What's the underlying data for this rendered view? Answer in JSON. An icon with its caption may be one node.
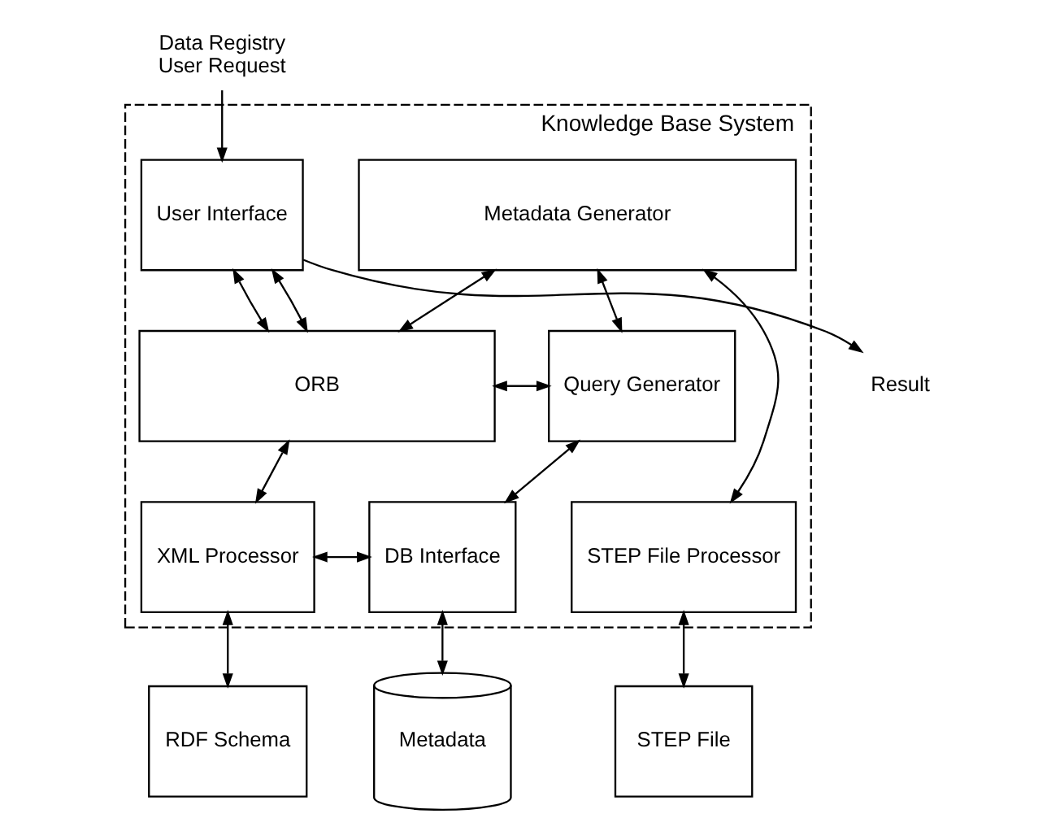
{
  "diagram": {
    "nodes": [
      {
        "text": [
          "Knowledge Base System"
        ]
      },
      {
        "text": [
          "User Interface"
        ],
        "in": 0
      },
      {
        "text": [
          "ORB"
        ],
        "in": 0
      },
      {
        "text": [
          "Metadata Generator"
        ],
        "in": 0
      },
      {
        "text": [
          "Query Generator"
        ],
        "in": 0
      },
      {
        "text": [
          "XML Processor"
        ],
        "in": 0
      },
      {
        "text": [
          "DB Interface"
        ],
        "in": 0
      },
      {
        "text": [
          "STEP File Processor"
        ],
        "in": 0
      },
      {
        "text": [
          "RDF Schema"
        ]
      },
      {
        "text": [
          "Metadata"
        ]
      },
      {
        "text": [
          "STEP File"
        ]
      },
      {
        "text": [
          "Data Registry User Request"
        ]
      },
      {
        "text": [
          "Result"
        ]
      }
    ],
    "edges": [
      {
        "from": 11,
        "to": 1,
        "arrow": "to"
      },
      {
        "from": 1,
        "to": 12,
        "arrow": "to"
      },
      {
        "from": 1,
        "to": 2,
        "arrow": "both"
      },
      {
        "from": 1,
        "to": 2,
        "arrow": "both"
      },
      {
        "from": 2,
        "to": 3,
        "arrow": "both"
      },
      {
        "from": 2,
        "to": 4,
        "arrow": "both"
      },
      {
        "from": 2,
        "to": 5,
        "arrow": "both"
      },
      {
        "from": 3,
        "to": 4,
        "arrow": "both"
      },
      {
        "from": 3,
        "to": 7,
        "arrow": "both"
      },
      {
        "from": 4,
        "to": 6,
        "arrow": "both"
      },
      {
        "from": 5,
        "to": 6,
        "arrow": "both"
      },
      {
        "from": 5,
        "to": 8,
        "arrow": "both"
      },
      {
        "from": 6,
        "to": 9,
        "arrow": "both"
      },
      {
        "from": 7,
        "to": 10,
        "arrow": "both"
      }
    ]
  }
}
